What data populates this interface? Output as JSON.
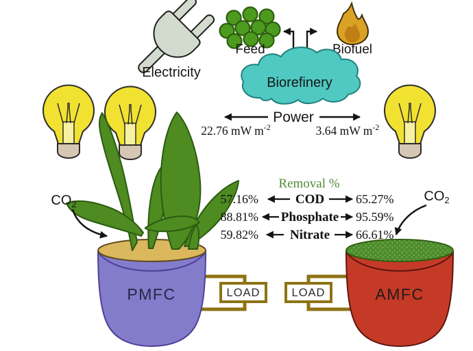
{
  "labels": {
    "electricity": "Electricity",
    "feed": "Feed",
    "biofuel": "Biofuel",
    "biorefinery": "Biorefinery",
    "power": "Power"
  },
  "power_values": {
    "pmfc": {
      "base": "22.76 mW m",
      "exp": "-2"
    },
    "amfc": {
      "base": "3.64 mW m",
      "exp": "-2"
    }
  },
  "co2_pmfc": {
    "base": "CO",
    "sub": "2"
  },
  "co2_amfc": {
    "base": "CO",
    "sub": "2"
  },
  "removal": {
    "title": "Removal %",
    "rows": [
      {
        "pmfc": "57.16%",
        "parameter": "COD",
        "amfc": "65.27%"
      },
      {
        "pmfc": "88.81%",
        "parameter": "Phosphate",
        "amfc": "95.59%"
      },
      {
        "pmfc": "59.82%",
        "parameter": "Nitrate",
        "amfc": "66.61%"
      }
    ]
  },
  "cells": {
    "pmfc": "PMFC",
    "amfc": "AMFC",
    "load_left": "LOAD",
    "load_right": "LOAD"
  },
  "icons": {
    "electricity": "power-plug-icon",
    "feed": "feed-dots-icon",
    "biofuel": "flame-icon",
    "biorefinery": "cloud-icon",
    "light": "light-bulb-icon",
    "plant": "plant-icon",
    "co2_flow": "curved-arrow-icon"
  },
  "colors": {
    "pot_pmfc": "#837CCB",
    "pot_amfc": "#C53A27",
    "soil": "#DBB75E",
    "algae": "#4F8C2E",
    "leaf": "#4E8B21",
    "wire": "#8E7315",
    "cloud": "#4FC9C2",
    "bulb": "#F1E232",
    "flame": "#D9A224",
    "feed_dot": "#4C9A1E",
    "removal_title": "#4E8B33"
  }
}
